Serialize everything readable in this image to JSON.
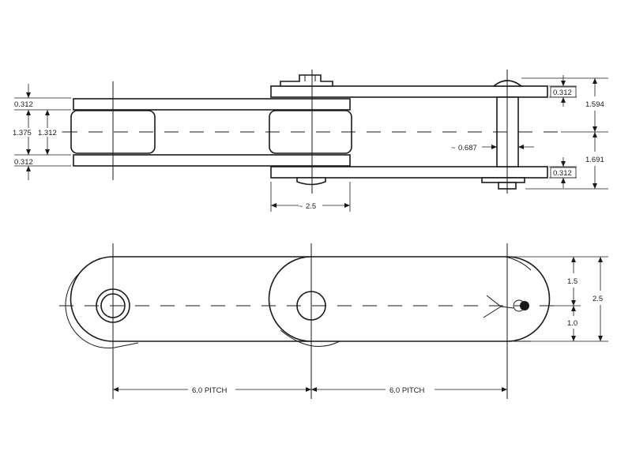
{
  "top_view": {
    "dims": {
      "plate_thickness_top": "0.312",
      "overall_width": "1.375",
      "roller_length": "1.312",
      "plate_thickness_bottom": "0.312",
      "pin_gap": "0.687",
      "pin_spacing": "2.5",
      "pin_head_top_plate": "0.312",
      "pin_to_top": "1.594",
      "pin_to_bottom": "1.691",
      "pin_head_bottom_plate": "0.312"
    }
  },
  "side_view": {
    "dims": {
      "pitch_left": "6.0 PITCH",
      "pitch_right": "6.0 PITCH",
      "upper_height": "1.5",
      "lower_height": "1.0",
      "total_height": "2.5"
    }
  }
}
